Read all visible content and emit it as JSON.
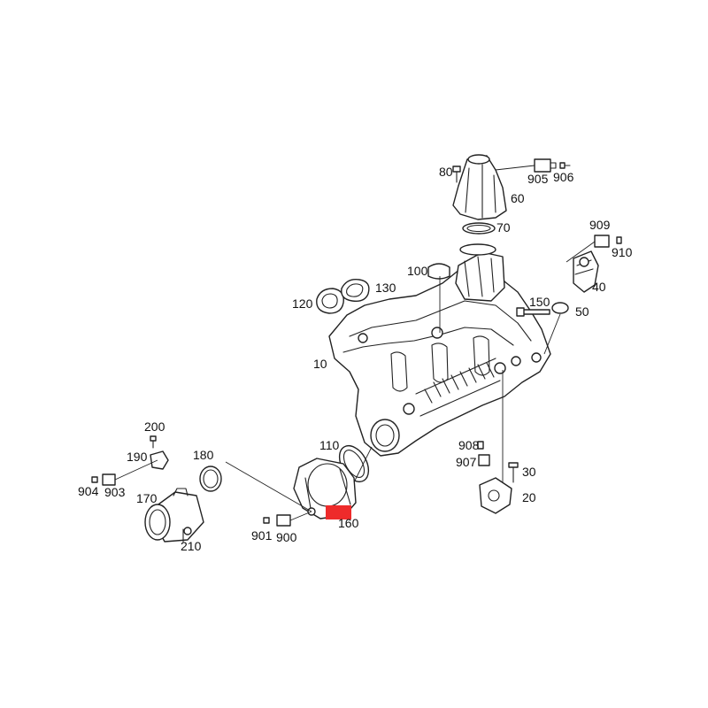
{
  "diagram": {
    "highlight_color": "#ee2b2b",
    "callouts": {
      "c10": "10",
      "c20": "20",
      "c30": "30",
      "c40": "40",
      "c50": "50",
      "c60": "60",
      "c70": "70",
      "c80": "80",
      "c100": "100",
      "c110": "110",
      "c120": "120",
      "c130": "130",
      "c150": "150",
      "c160": "160",
      "c170": "170",
      "c180": "180",
      "c190": "190",
      "c200": "200",
      "c210": "210",
      "c900": "900",
      "c901": "901",
      "c903": "903",
      "c904": "904",
      "c905": "905",
      "c906": "906",
      "c907": "907",
      "c908": "908",
      "c909": "909",
      "c910": "910"
    }
  }
}
